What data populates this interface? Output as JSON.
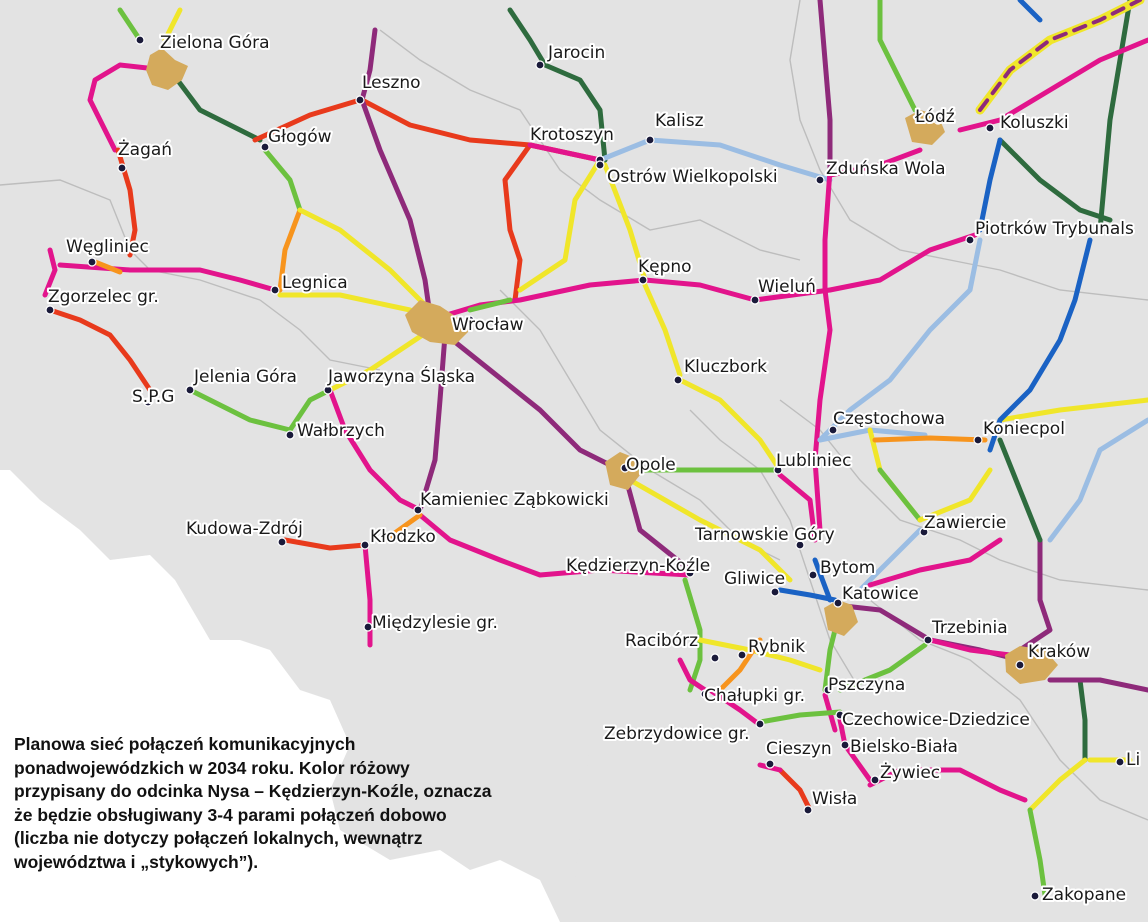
{
  "colors": {
    "background": "#ffffff",
    "land": "#e3e3e3",
    "border": "#bdbdbd",
    "pink": "#e2148c",
    "red": "#e83a1c",
    "purple": "#8e2a7a",
    "darkgreen": "#2e6b3e",
    "green": "#6cc13f",
    "yellow": "#f0e62a",
    "orange": "#f7941d",
    "lightblue": "#9bbde3",
    "blue": "#1a62c4",
    "city": "#d4aa5c",
    "node": "#1a1a3a"
  },
  "icons": {
    "city_marker": "city-area-icon",
    "station": "station-dot-icon"
  },
  "stations": [
    "Zielona Góra",
    "Jarocin",
    "Leszno",
    "Łódź",
    "Koluszki",
    "Żagań",
    "Głogów",
    "Krotoszyn",
    "Kalisz",
    "Ostrów Wielkopolski",
    "Zduńska Wola",
    "Piotrków Trybunals",
    "Węgliniec",
    "Legnica",
    "Kępno",
    "Wieluń",
    "Zgorzelec gr.",
    "Wrocław",
    "Kluczbork",
    "S.P.G",
    "Jelenia Góra",
    "Jaworzyna Śląska",
    "Częstochowa",
    "Koniecpol",
    "Wałbrzych",
    "Opole",
    "Lubliniec",
    "Kamieniec Ząbkowicki",
    "Tarnowskie Góry",
    "Zawiercie",
    "Kudowa-Zdrój",
    "Kłodzko",
    "Kędzierzyn-Koźle",
    "Gliwice",
    "Bytom",
    "Katowice",
    "Międzylesie gr.",
    "Trzebinia",
    "Racibórz",
    "Rybnik",
    "Kraków",
    "Pszczyna",
    "Chałupki gr.",
    "Czechowice-Dziedzice",
    "Zebrzydowice gr.",
    "Cieszyn",
    "Bielsko-Biała",
    "Li",
    "Żywiec",
    "Wisła",
    "Zakopane"
  ],
  "caption": [
    "Planowa sieć połączeń komunikacyjnych",
    "ponadwojewódzkich w 2034 roku. Kolor różowy",
    "przypisany do odcinka Nysa – Kędzierzyn-Koźle, oznacza",
    "że będzie obsługiwany 3-4 parami połączeń dobowo",
    "(liczba nie dotyczy połączeń lokalnych, wewnątrz",
    "województwa i „stykowych”)."
  ]
}
